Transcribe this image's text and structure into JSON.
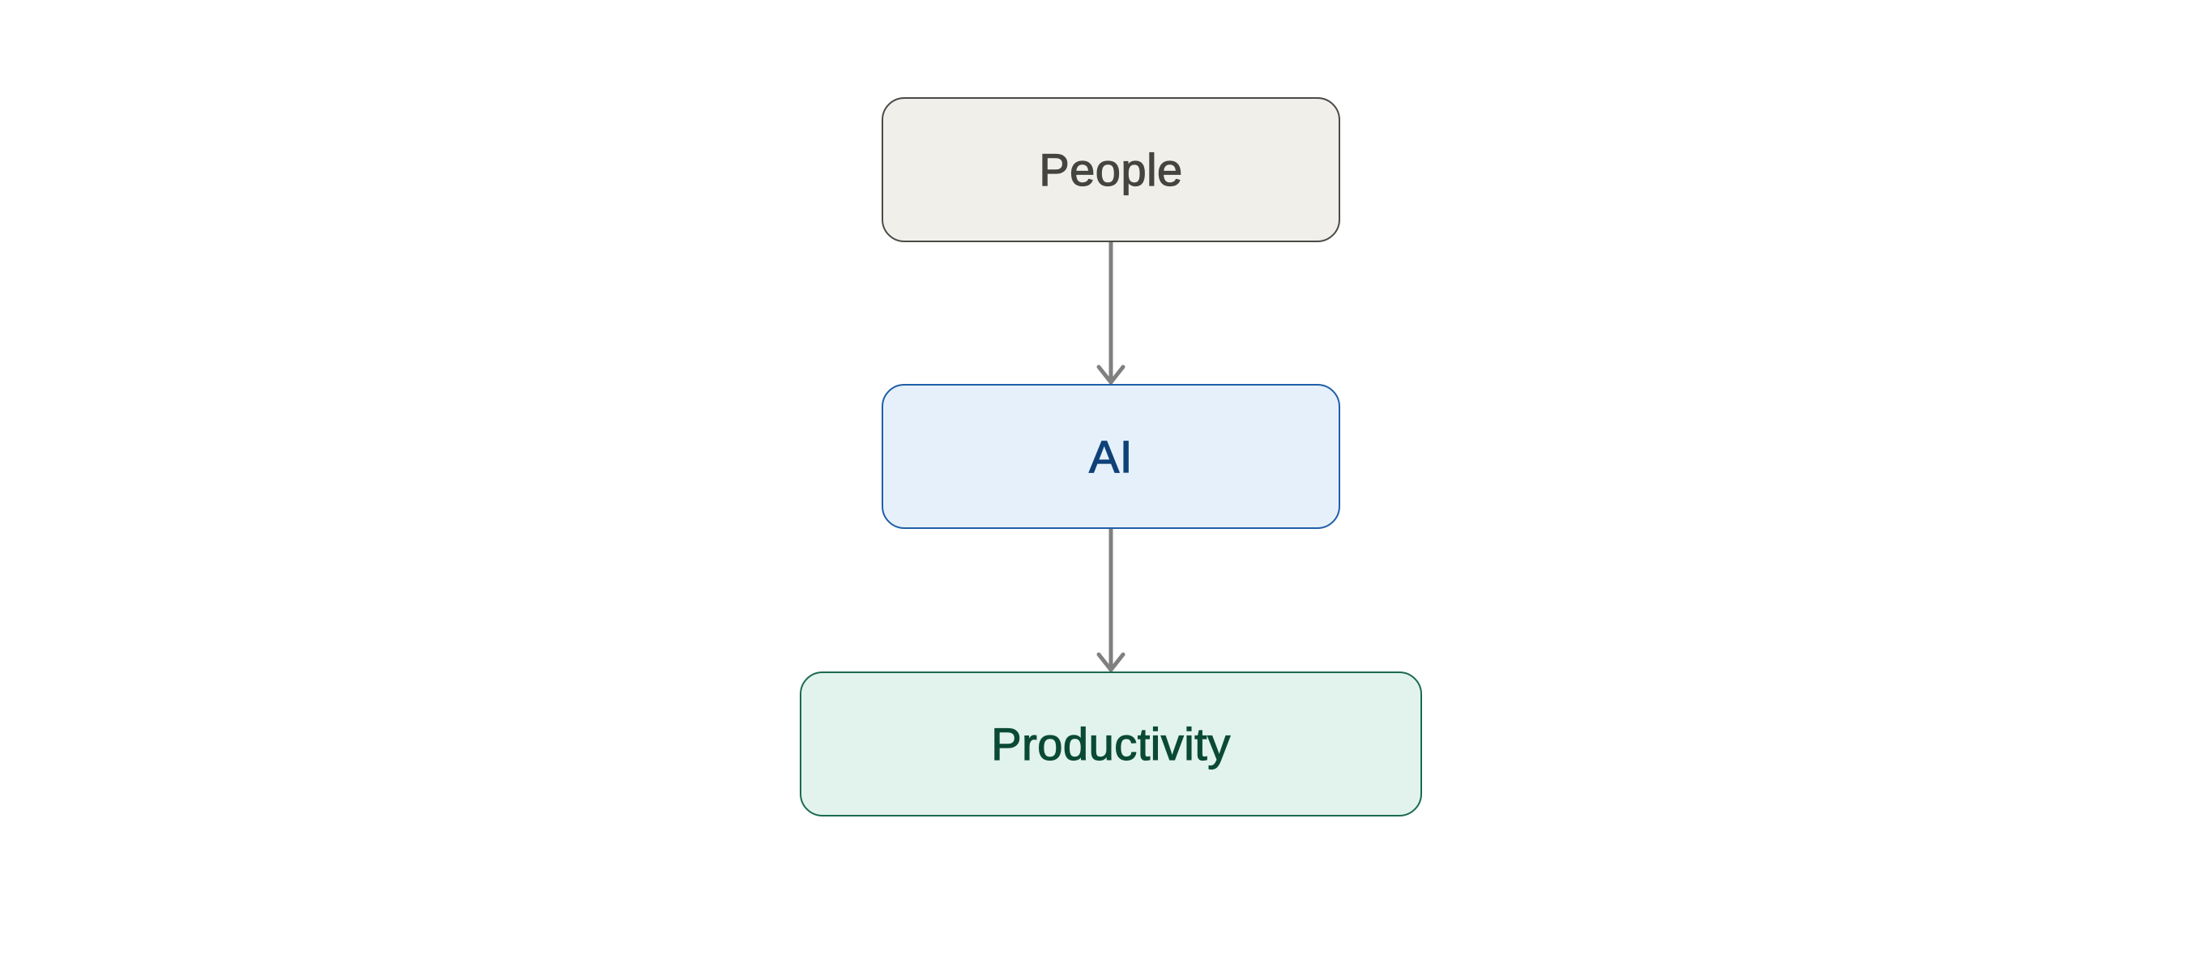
{
  "diagram": {
    "nodes": [
      {
        "id": "people",
        "label": "People",
        "fill": "#f1efe9",
        "stroke": "#4a4a48",
        "text_color": "#444441"
      },
      {
        "id": "ai",
        "label": "AI",
        "fill": "#e6f0fa",
        "stroke": "#1f5fa8",
        "text_color": "#0e4277"
      },
      {
        "id": "productivity",
        "label": "Productivity",
        "fill": "#e1f3ec",
        "stroke": "#1a6b4e",
        "text_color": "#0a4a35"
      }
    ],
    "edges": [
      {
        "from": "people",
        "to": "ai"
      },
      {
        "from": "ai",
        "to": "productivity"
      }
    ],
    "edge_color": "#808080"
  }
}
